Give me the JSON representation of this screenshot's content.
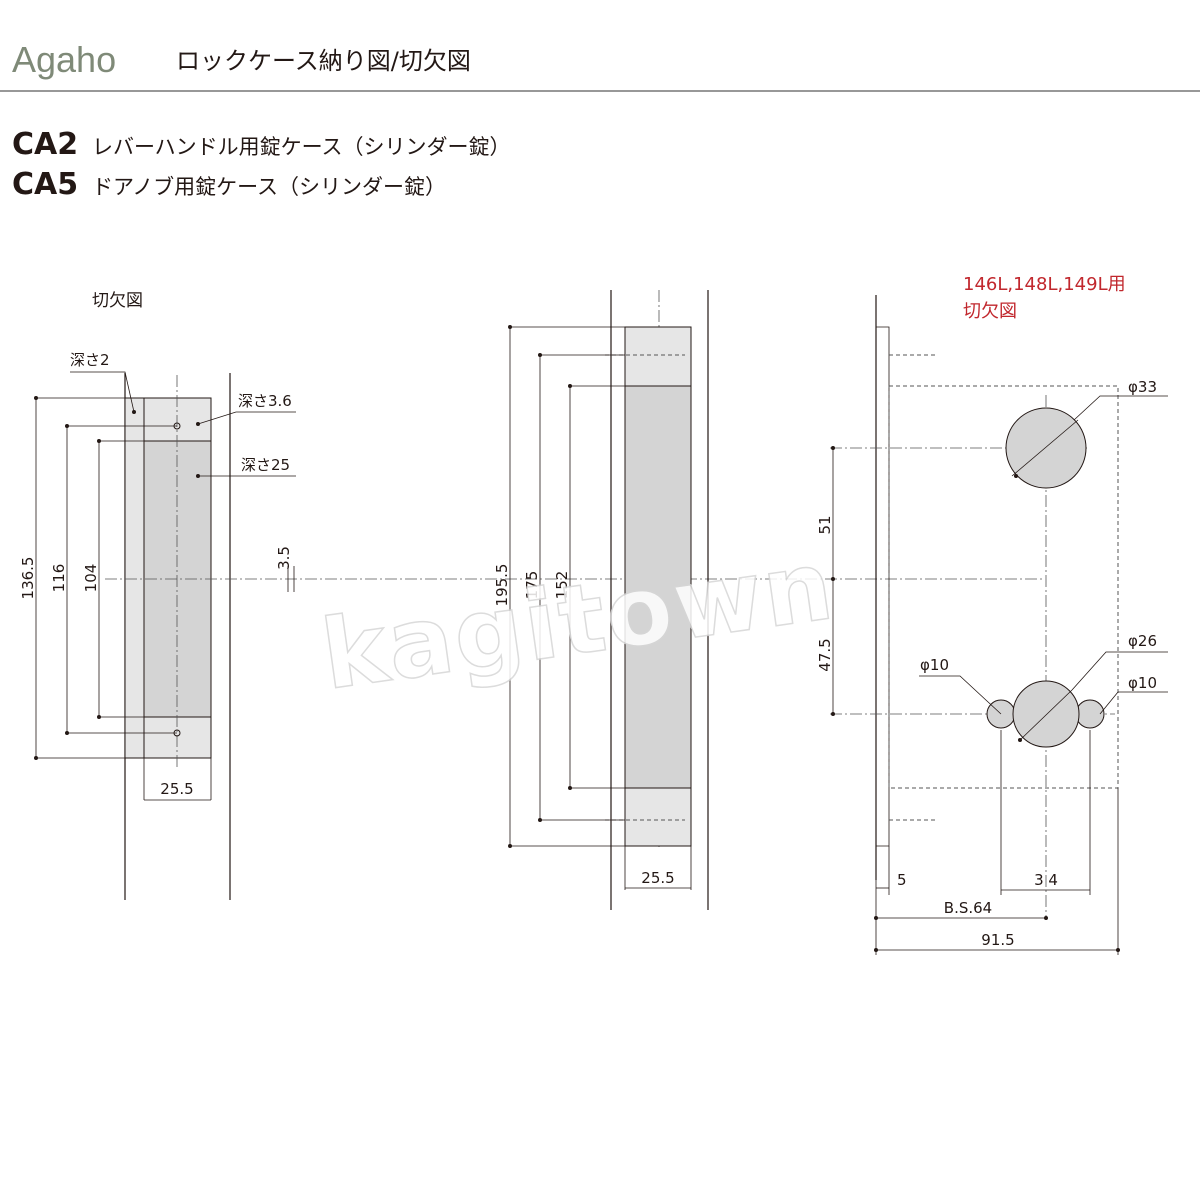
{
  "header": {
    "brand": "Agaho",
    "title": "ロックケース納り図/切欠図"
  },
  "models": [
    {
      "code": "CA2",
      "desc": "レバーハンドル用錠ケース（シリンダー錠）"
    },
    {
      "code": "CA5",
      "desc": "ドアノブ用錠ケース（シリンダー錠）"
    }
  ],
  "left_view": {
    "title": "切欠図",
    "depth_labels": [
      "深さ2",
      "深さ3.6",
      "深さ25"
    ],
    "dims": [
      "136.5",
      "116",
      "104",
      "25.5"
    ]
  },
  "middle_view": {
    "dims": [
      "3.5",
      "195.5",
      "175",
      "152",
      "25.5"
    ]
  },
  "right_view": {
    "title_line1": "146L,148L,149L用",
    "title_line2": "切欠図",
    "diameters": [
      "φ33",
      "φ26",
      "φ10",
      "φ10"
    ],
    "dims": [
      "51",
      "47.5",
      "5",
      "3 4",
      "B.S.64",
      "91.5"
    ]
  },
  "watermark": "kagitown",
  "colors": {
    "brand": "#7f8a78",
    "accent_red": "#c1272d",
    "shade": "#d4d4d4"
  }
}
